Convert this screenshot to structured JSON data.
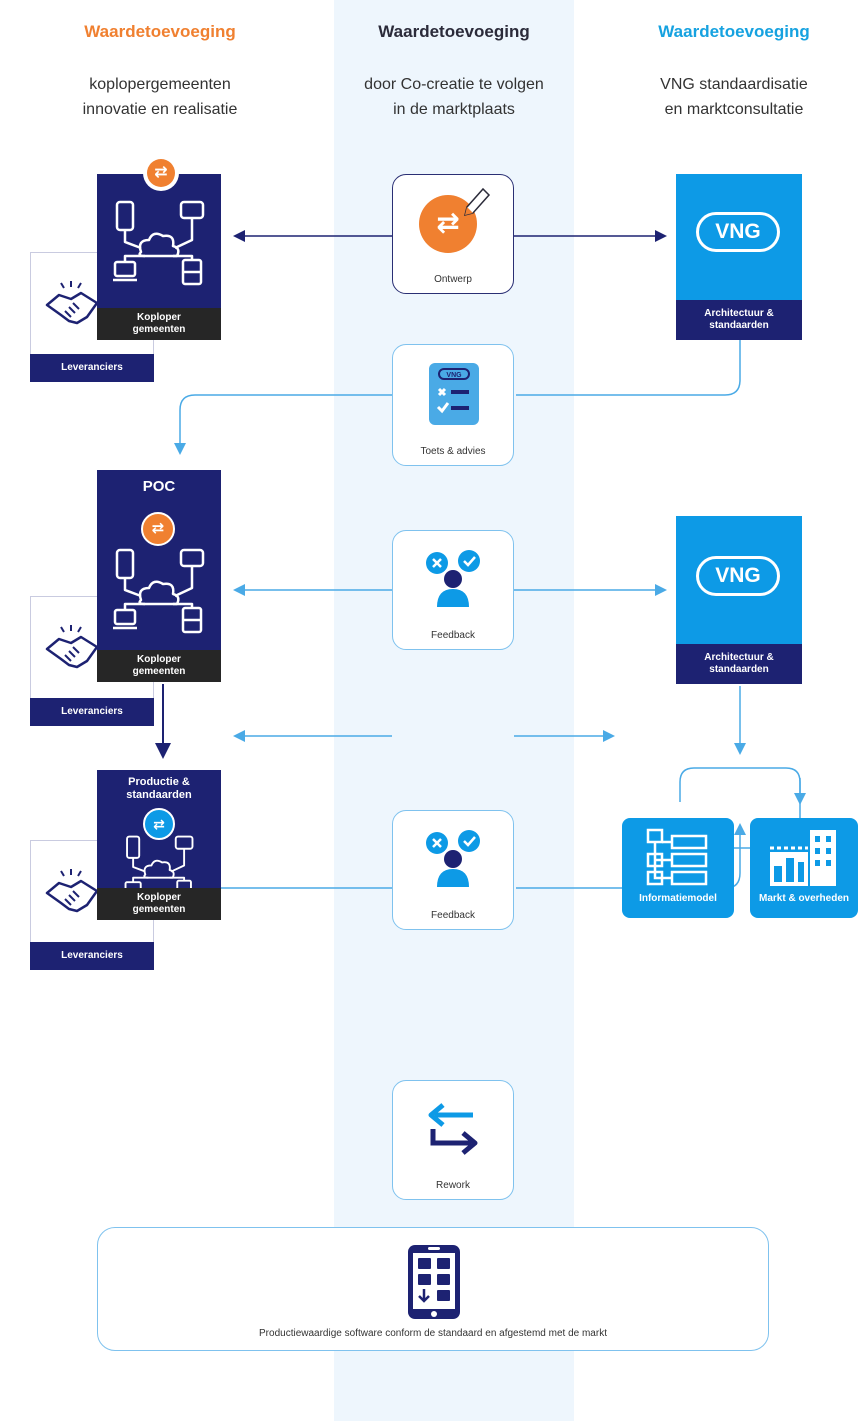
{
  "columns": {
    "left": {
      "heading": "Waardetoevoeging",
      "subtitle_line1": "koplopergemeenten",
      "subtitle_line2": "innovatie en realisatie",
      "color": "#f08030"
    },
    "middle": {
      "heading": "Waardetoevoeging",
      "subtitle_line1": "door Co-creatie te volgen",
      "subtitle_line2": "in de marktplaats",
      "color": "#2b2b3a"
    },
    "right": {
      "heading": "Waardetoevoeging",
      "subtitle_line1": "VNG standaardisatie",
      "subtitle_line2": "en marktconsultatie",
      "color": "#16a2e0"
    }
  },
  "left_cards": {
    "koploper_1": {
      "label_line1": "Koploper",
      "label_line2": "gemeenten"
    },
    "poc": {
      "title": "POC",
      "label_line1": "Koploper",
      "label_line2": "gemeenten"
    },
    "productie": {
      "title_line1": "Productie &",
      "title_line2": "standaarden",
      "label_line1": "Koploper",
      "label_line2": "gemeenten"
    },
    "leveranciers_1": "Leveranciers",
    "leveranciers_2": "Leveranciers",
    "leveranciers_3": "Leveranciers"
  },
  "middle_boxes": {
    "ontwerp": "Ontwerp",
    "toets": "Toets & advies",
    "feedback_1": "Feedback",
    "feedback_2": "Feedback",
    "rework": "Rework"
  },
  "right_cards": {
    "vng_1": {
      "logo": "VNG",
      "label_line1": "Architectuur &",
      "label_line2": "standaarden"
    },
    "vng_2": {
      "logo": "VNG",
      "label_line1": "Architectuur &",
      "label_line2": "standaarden"
    },
    "informatiemodel": "Informatiemodel",
    "markt": "Markt & overheden"
  },
  "bottom": {
    "text": "Productiewaardige software conform de standaard en afgestemd met de markt"
  },
  "colors": {
    "navy": "#1d2272",
    "blue": "#0d9ae6",
    "orange": "#f08030",
    "light_blue": "#7fc2ee",
    "band": "#eef6fd"
  }
}
